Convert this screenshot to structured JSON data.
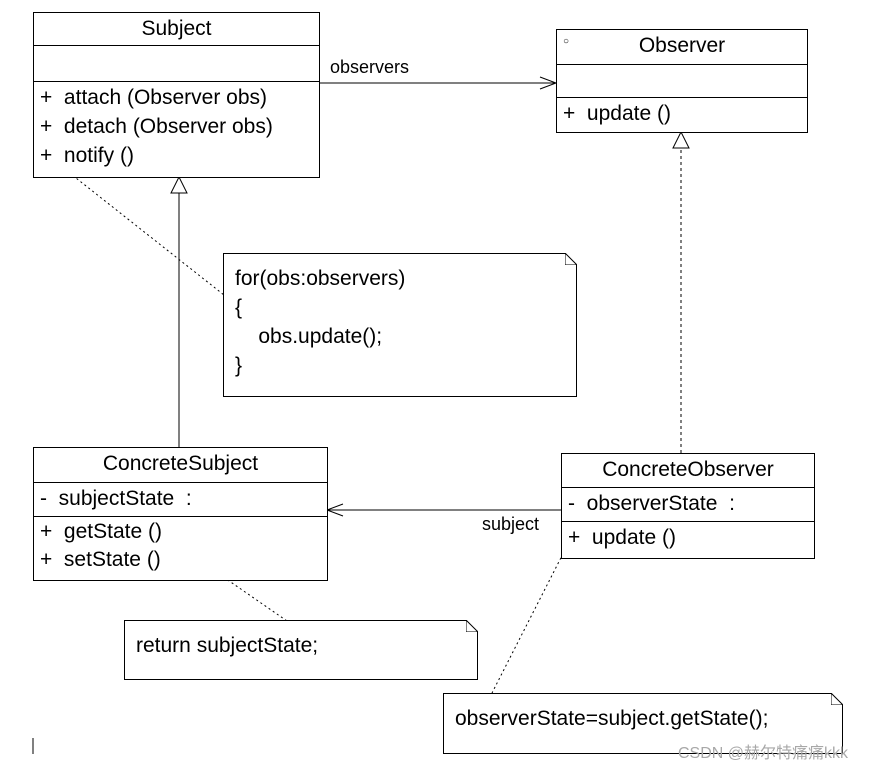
{
  "classes": {
    "subject": {
      "name": "Subject",
      "operations": [
        "+  attach (Observer obs)",
        "+  detach (Observer obs)",
        "+  notify ()"
      ]
    },
    "observer": {
      "name": "Observer",
      "interface_marker": "○",
      "operations": [
        "+  update ()"
      ]
    },
    "concrete_subject": {
      "name": "ConcreteSubject",
      "attributes": [
        "-  subjectState  :"
      ],
      "operations": [
        "+  getState ()",
        "+  setState ()"
      ]
    },
    "concrete_observer": {
      "name": "ConcreteObserver",
      "attributes": [
        "-  observerState  :"
      ],
      "operations": [
        "+  update ()"
      ]
    }
  },
  "notes": {
    "notify_note": "for(obs:observers)\n{\n    obs.update();\n}",
    "getstate_note": "return subjectState;",
    "update_note": "observerState=subject.getState();"
  },
  "associations": {
    "observers_label": "observers",
    "subject_label": "subject"
  },
  "watermark": "CSDN @赫尔特痛痛kkk"
}
